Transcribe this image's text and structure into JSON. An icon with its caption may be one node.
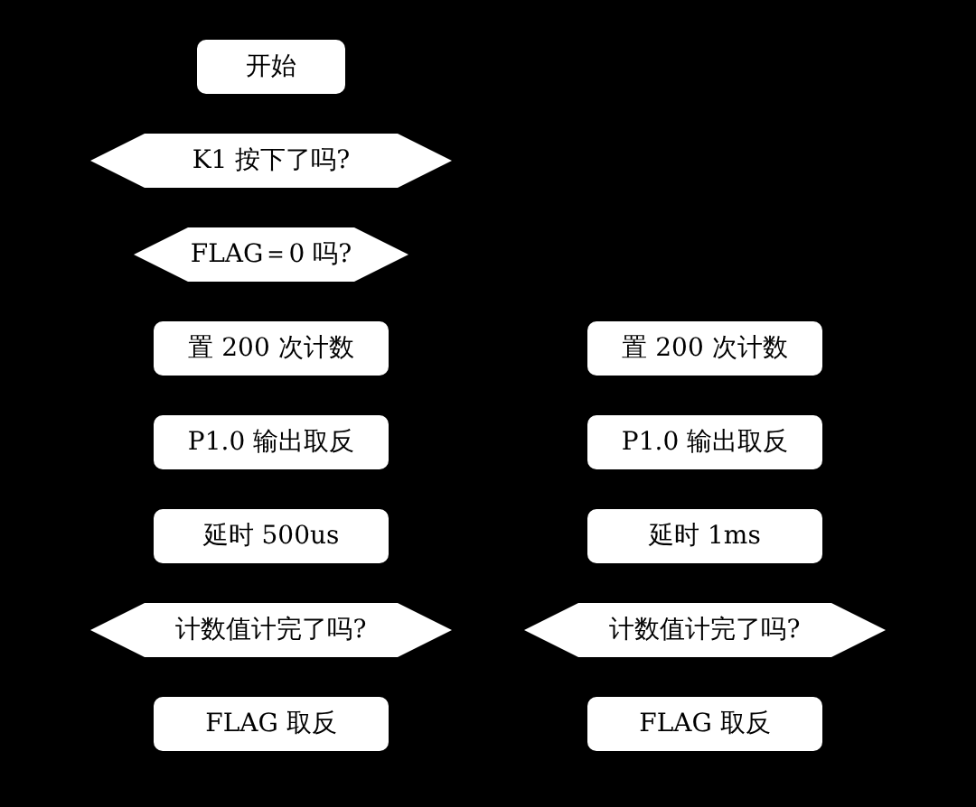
{
  "diagram": {
    "nodes": [
      {
        "text": [
          "开始"
        ]
      },
      {
        "text": [
          "K1 按下了吗?"
        ]
      },
      {
        "text": [
          "FLAG＝0 吗?"
        ]
      },
      {
        "text": [
          "置 200 次计数"
        ]
      },
      {
        "text": [
          "置 200 次计数"
        ]
      },
      {
        "text": [
          "P1.0 输出取反"
        ]
      },
      {
        "text": [
          "P1.0 输出取反"
        ]
      },
      {
        "text": [
          "延时 500us"
        ]
      },
      {
        "text": [
          "延时 1ms"
        ]
      },
      {
        "text": [
          "计数值计完了吗?"
        ]
      },
      {
        "text": [
          "计数值计完了吗?"
        ]
      },
      {
        "text": [
          "FLAG 取反"
        ]
      },
      {
        "text": [
          "FLAG 取反"
        ]
      }
    ]
  }
}
